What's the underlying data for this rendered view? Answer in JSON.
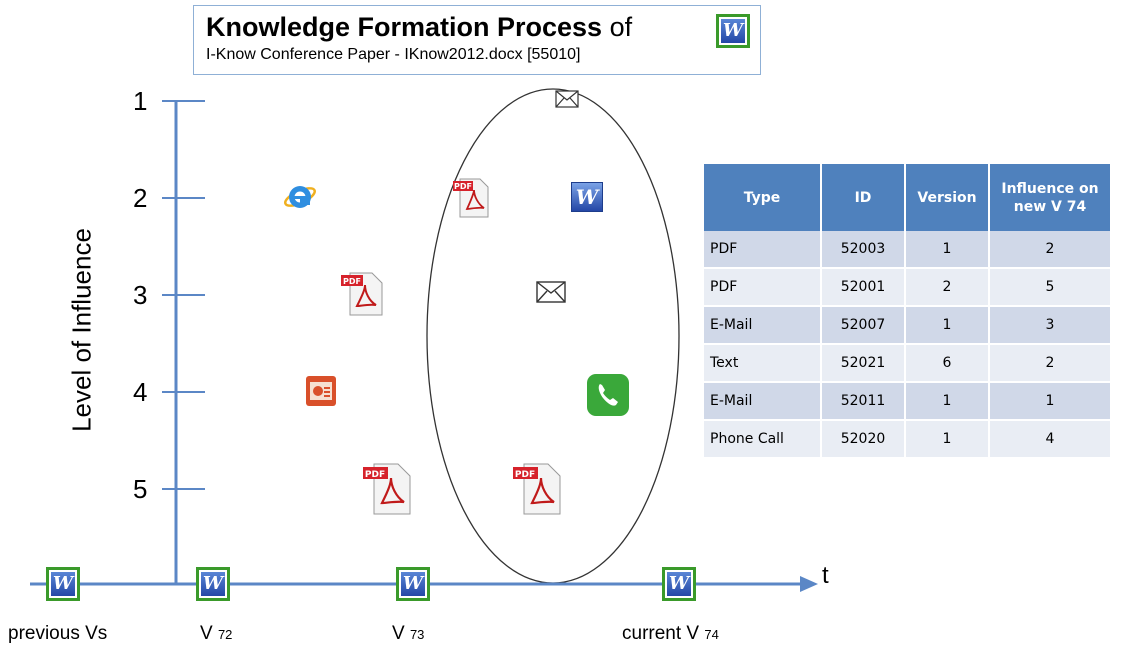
{
  "title": {
    "main_bold": "Knowledge Formation Process",
    "main_rest": " of",
    "subtitle": "I-Know Conference Paper -  IKnow2012.docx [55010]"
  },
  "y_axis": {
    "label": "Level of Influence",
    "ticks": [
      "1",
      "2",
      "3",
      "4",
      "5"
    ]
  },
  "x_axis": {
    "label": "t",
    "versions": [
      {
        "label": "previous Vs",
        "sub": ""
      },
      {
        "label": "V ",
        "sub": "72"
      },
      {
        "label": "V ",
        "sub": "73"
      },
      {
        "label": "current V ",
        "sub": "74"
      }
    ]
  },
  "icons": [
    {
      "name": "internet-explorer-icon",
      "level": 2
    },
    {
      "name": "pdf-icon",
      "level": 2
    },
    {
      "name": "word-icon",
      "level": 2
    },
    {
      "name": "mail-icon",
      "level": 1
    },
    {
      "name": "pdf-icon",
      "level": 3
    },
    {
      "name": "mail-icon",
      "level": 3
    },
    {
      "name": "powerpoint-icon",
      "level": 4
    },
    {
      "name": "phone-icon",
      "level": 4
    },
    {
      "name": "pdf-icon",
      "level": 5
    },
    {
      "name": "pdf-icon",
      "level": 5
    }
  ],
  "table": {
    "headers": [
      "Type",
      "ID",
      "Version",
      "Influence on new V 74"
    ],
    "rows": [
      [
        "PDF",
        "52003",
        "1",
        "2"
      ],
      [
        "PDF",
        "52001",
        "2",
        "5"
      ],
      [
        "E-Mail",
        "52007",
        "1",
        "3"
      ],
      [
        "Text",
        "52021",
        "6",
        "2"
      ],
      [
        "E-Mail",
        "52011",
        "1",
        "1"
      ],
      [
        "Phone Call",
        "52020",
        "1",
        "4"
      ]
    ]
  },
  "colors": {
    "axis": "#5b87c6",
    "table_header": "#4f81bd",
    "word_border": "#3a9a2a"
  }
}
